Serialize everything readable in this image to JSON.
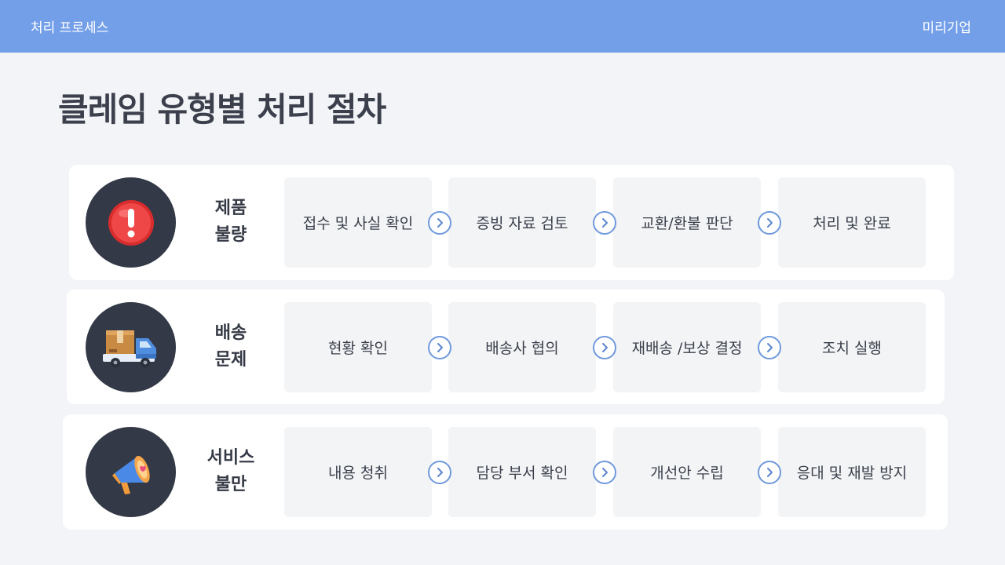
{
  "header": {
    "section_label": "처리 프로세스",
    "company": "미리기업"
  },
  "title": "클레임 유형별 처리 절차",
  "colors": {
    "header_bg": "#739fe9",
    "circle_bg": "#333947",
    "arrow_border": "#6f99dc"
  },
  "rows": [
    {
      "icon": "alert-icon",
      "label_line1": "제품",
      "label_line2": "불량",
      "steps": [
        "접수 및 사실 확인",
        "증빙 자료 검토",
        "교환/환불 판단",
        "처리 및 완료"
      ]
    },
    {
      "icon": "delivery-truck-icon",
      "label_line1": "배송",
      "label_line2": "문제",
      "steps": [
        "현황 확인",
        "배송사 협의",
        "재배송 /보상 결정",
        "조치 실행"
      ]
    },
    {
      "icon": "megaphone-icon",
      "label_line1": "서비스",
      "label_line2": "불만",
      "steps": [
        "내용 청취",
        "담당 부서 확인",
        "개선안 수립",
        "응대 및 재발 방지"
      ]
    }
  ]
}
